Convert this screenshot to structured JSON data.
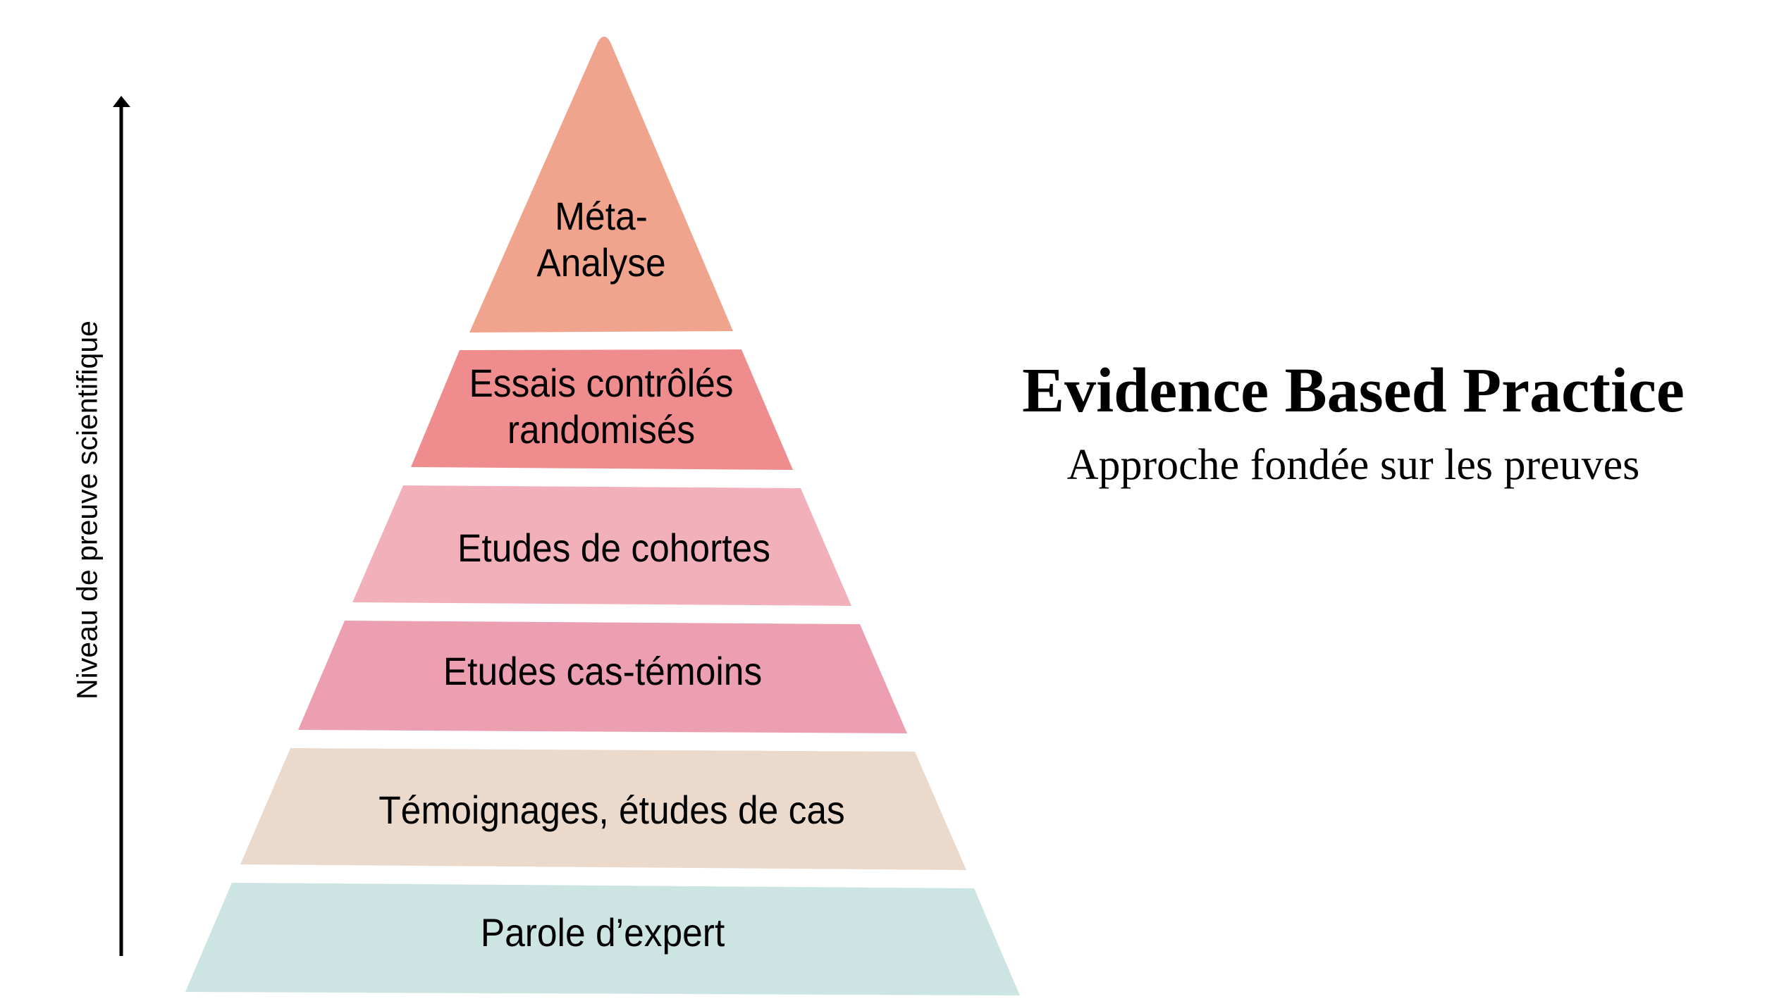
{
  "title": "Evidence Based Practice",
  "subtitle": "Approche fondée sur les preuves",
  "axis": {
    "label": "Niveau de preuve scientifique",
    "direction": "up"
  },
  "pyramid": {
    "levels": [
      {
        "line1": "Méta-",
        "line2": "Analyse",
        "color": "#F0A48E"
      },
      {
        "line1": "Essais contrôlés",
        "line2": "randomisés",
        "color": "#EF8C8E"
      },
      {
        "line1": "Etudes de cohortes",
        "color": "#F2B1BA"
      },
      {
        "line1": "Etudes cas-témoins",
        "color": "#EB9FB0"
      },
      {
        "line1": "Témoignages, études de cas",
        "color": "#EBD9CB"
      },
      {
        "line1": "Parole d’expert",
        "color": "#CCE5E2"
      }
    ]
  }
}
